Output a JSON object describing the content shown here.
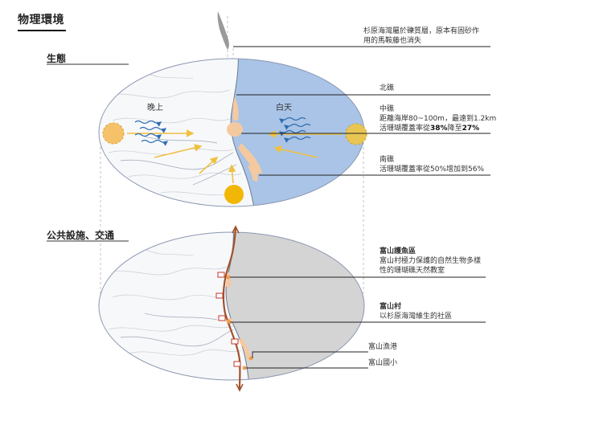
{
  "page_title": "物理環境",
  "sections": {
    "ecology": "生態",
    "facilities": "公共設施、交通"
  },
  "ecology_map": {
    "night_label": "晚上",
    "day_label": "白天"
  },
  "annotations": {
    "top_note": [
      "杉原海灣屬於礫質層，原本有固砂作",
      "用的馬鞍藤也消失"
    ],
    "north_reef": "北礁",
    "middle_reef": {
      "title": "中礁",
      "line1": "距離海岸80~100m，最遠到1.2km",
      "line2_prefix": "活珊瑚覆蓋率從",
      "line2_from": "38%",
      "line2_mid": "降至",
      "line2_to": "27%"
    },
    "south_reef": {
      "title": "南礁",
      "line1": "活珊瑚覆蓋率從50%增加到56%"
    },
    "fushan_reserve": {
      "title": "富山護魚區",
      "line1": "富山村極力保護的自然生物多樣",
      "line2": "性的珊瑚礁天然教室"
    },
    "fushan_village": {
      "title": "富山村",
      "line1": "以杉原海灣維生的社區"
    },
    "fishing_port": "富山漁港",
    "elementary_school": "富山國小"
  },
  "colors": {
    "sea": "#a9c4e6",
    "reef": "#f5c9a0",
    "sun": "#f2b705",
    "arrow_blue": "#2f6db3",
    "arrow_yellow": "#f0c040",
    "route": "#a0522d",
    "land_gray": "#d4d4d4"
  }
}
